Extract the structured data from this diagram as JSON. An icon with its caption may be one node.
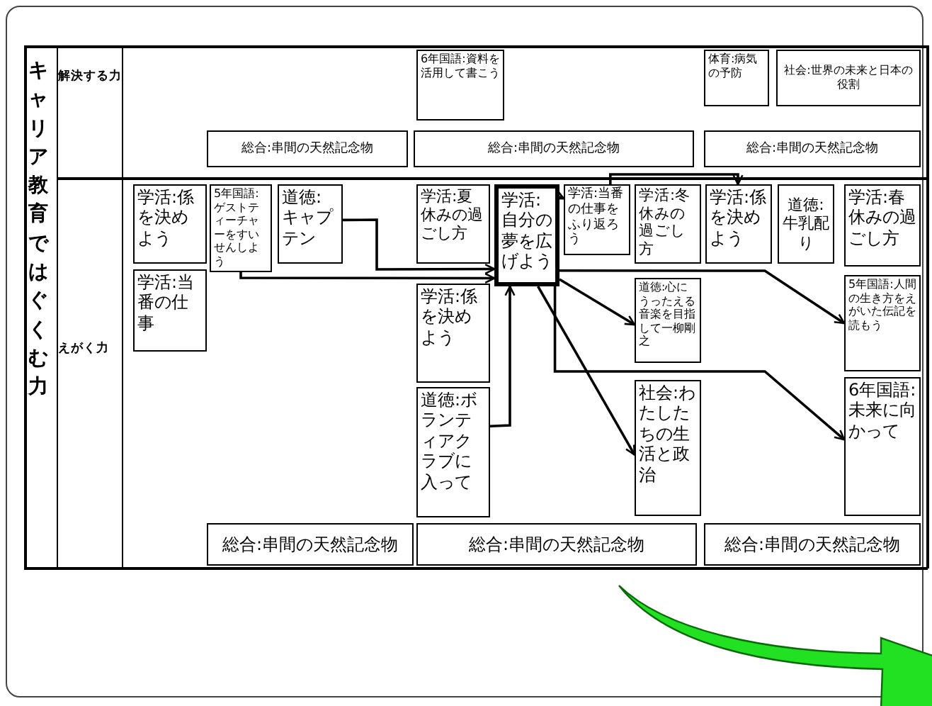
{
  "diagram": {
    "nodes": [
      {
        "text": [
          "6年国語:資料を活用して書こう"
        ]
      },
      {
        "text": [
          "体育:病気の予防"
        ]
      },
      {
        "text": [
          "社会:世界の未来と日本の役割"
        ]
      },
      {
        "text": [
          "総合:串間の天然記念物"
        ]
      },
      {
        "text": [
          "総合:串間の天然記念物"
        ]
      },
      {
        "text": [
          "総合:串間の天然記念物"
        ]
      },
      {
        "text": [
          "学活:係を決めよう"
        ]
      },
      {
        "text": [
          "5年国語:ゲストティーチャーをすいせんしよう"
        ]
      },
      {
        "text": [
          "道徳:キャプテン"
        ]
      },
      {
        "text": [
          "学活:夏休みの過ごし方"
        ]
      },
      {
        "text": [
          "学活:自分の夢を広げよう"
        ]
      },
      {
        "text": [
          "学活:当番の仕事をふり返ろう"
        ]
      },
      {
        "text": [
          "学活:冬休みの過ごし方"
        ]
      },
      {
        "text": [
          "学活:係を決めよう"
        ]
      },
      {
        "text": [
          "道徳:牛乳配り"
        ]
      },
      {
        "text": [
          "学活:春休みの過ごし方"
        ]
      },
      {
        "text": [
          "学活:当番の仕事"
        ]
      },
      {
        "text": [
          "学活:係を決めよう"
        ]
      },
      {
        "text": [
          "道徳:心にうったえる音楽を目指して一柳剛之"
        ]
      },
      {
        "text": [
          "5年国語:人間の生き方をえがいた伝記を読もう"
        ]
      },
      {
        "text": [
          "道徳:ボランティアクラブに入って"
        ]
      },
      {
        "text": [
          "社会:わたしたちの生活と政治"
        ]
      },
      {
        "text": [
          "6年国語:未来に向かって"
        ]
      },
      {
        "text": [
          "総合:串間の天然記念物"
        ]
      },
      {
        "text": [
          "総合:串間の天然記念物"
        ]
      },
      {
        "text": [
          "総合:串間の天然記念物"
        ]
      }
    ],
    "edges": [
      {
        "from": 7,
        "to": 10,
        "arrow": "to"
      },
      {
        "from": 8,
        "to": 10,
        "arrow": "to"
      },
      {
        "from": 20,
        "to": 10,
        "arrow": "to"
      },
      {
        "from": 10,
        "to": 11,
        "arrow": "to"
      },
      {
        "from": 11,
        "to": 13,
        "arrow": "to"
      },
      {
        "from": 10,
        "to": 18,
        "arrow": "to"
      },
      {
        "from": 10,
        "to": 19,
        "arrow": "to"
      },
      {
        "from": 10,
        "to": 21,
        "arrow": "to"
      },
      {
        "from": 10,
        "to": 22,
        "arrow": "to"
      }
    ],
    "labels": [
      "キャリア教育ではぐくむ力",
      "解決する力",
      "えがく力"
    ]
  }
}
